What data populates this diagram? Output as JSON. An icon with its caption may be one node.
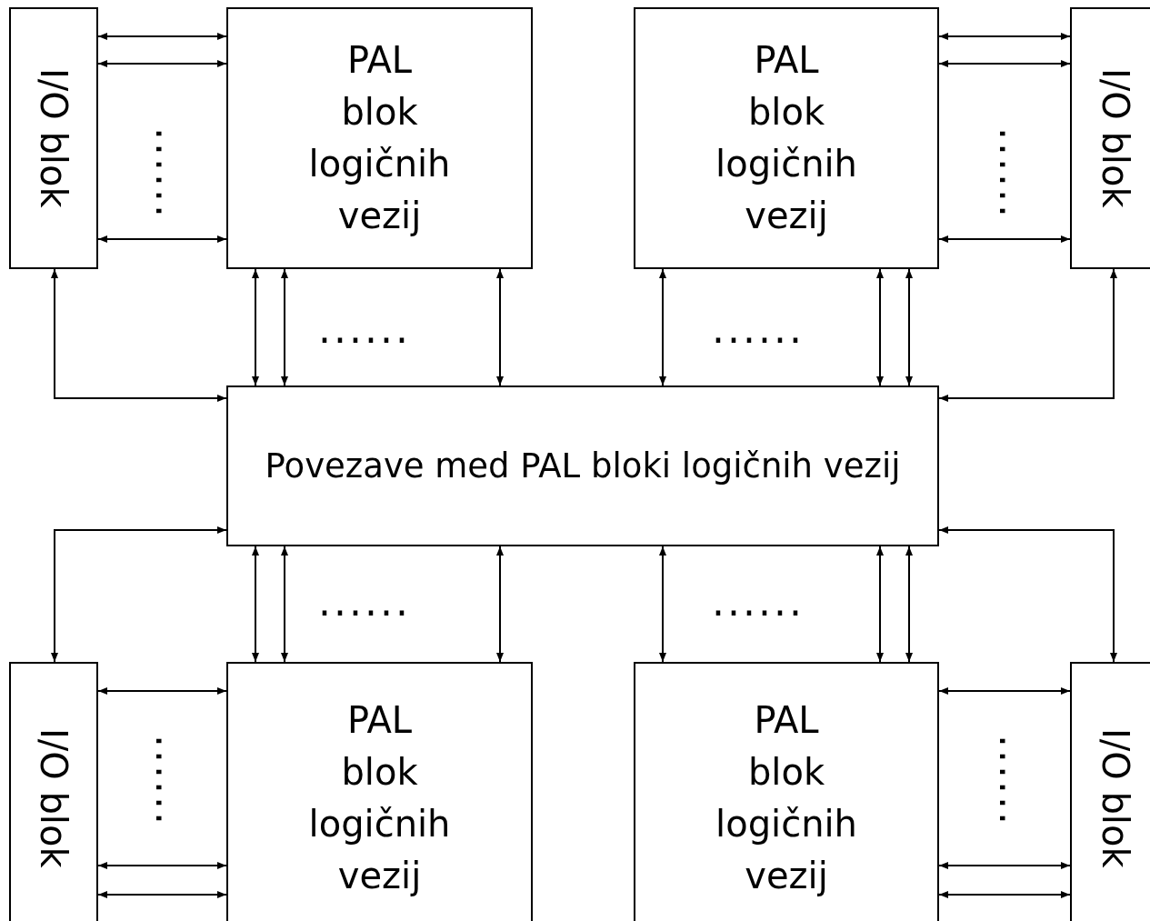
{
  "diagram": {
    "nodes": [
      {
        "text": [
          "I/O blok"
        ]
      },
      {
        "text": [
          "PAL blok logičnih vezij"
        ]
      },
      {
        "text": [
          "PAL blok logičnih vezij"
        ]
      },
      {
        "text": [
          "I/O blok"
        ]
      },
      {
        "text": [
          "Povezave med PAL bloki logičnih vezij"
        ]
      },
      {
        "text": [
          "I/O blok"
        ]
      },
      {
        "text": [
          "PAL blok logičnih vezij"
        ]
      },
      {
        "text": [
          "PAL blok logičnih vezij"
        ]
      },
      {
        "text": [
          "I/O blok"
        ]
      }
    ],
    "edges": [
      {
        "from": 0,
        "to": 1,
        "arrow": "both"
      },
      {
        "from": 0,
        "to": 1,
        "arrow": "both"
      },
      {
        "from": 0,
        "to": 1,
        "arrow": "both"
      },
      {
        "from": 2,
        "to": 3,
        "arrow": "both"
      },
      {
        "from": 2,
        "to": 3,
        "arrow": "both"
      },
      {
        "from": 2,
        "to": 3,
        "arrow": "both"
      },
      {
        "from": 0,
        "to": 4,
        "arrow": "both"
      },
      {
        "from": 1,
        "to": 4,
        "arrow": "both"
      },
      {
        "from": 1,
        "to": 4,
        "arrow": "both"
      },
      {
        "from": 1,
        "to": 4,
        "arrow": "both"
      },
      {
        "from": 2,
        "to": 4,
        "arrow": "both"
      },
      {
        "from": 2,
        "to": 4,
        "arrow": "both"
      },
      {
        "from": 2,
        "to": 4,
        "arrow": "both"
      },
      {
        "from": 3,
        "to": 4,
        "arrow": "both"
      },
      {
        "from": 4,
        "to": 5,
        "arrow": "both"
      },
      {
        "from": 4,
        "to": 6,
        "arrow": "both"
      },
      {
        "from": 4,
        "to": 6,
        "arrow": "both"
      },
      {
        "from": 4,
        "to": 6,
        "arrow": "both"
      },
      {
        "from": 4,
        "to": 7,
        "arrow": "both"
      },
      {
        "from": 4,
        "to": 7,
        "arrow": "both"
      },
      {
        "from": 4,
        "to": 7,
        "arrow": "both"
      },
      {
        "from": 4,
        "to": 8,
        "arrow": "both"
      },
      {
        "from": 5,
        "to": 6,
        "arrow": "both"
      },
      {
        "from": 5,
        "to": 6,
        "arrow": "both"
      },
      {
        "from": 5,
        "to": 6,
        "arrow": "both"
      },
      {
        "from": 7,
        "to": 8,
        "arrow": "both"
      },
      {
        "from": 7,
        "to": 8,
        "arrow": "both"
      },
      {
        "from": 7,
        "to": 8,
        "arrow": "both"
      }
    ],
    "labels": [
      "......",
      "......",
      "......",
      "......",
      "......",
      "......",
      "......",
      "......"
    ]
  }
}
